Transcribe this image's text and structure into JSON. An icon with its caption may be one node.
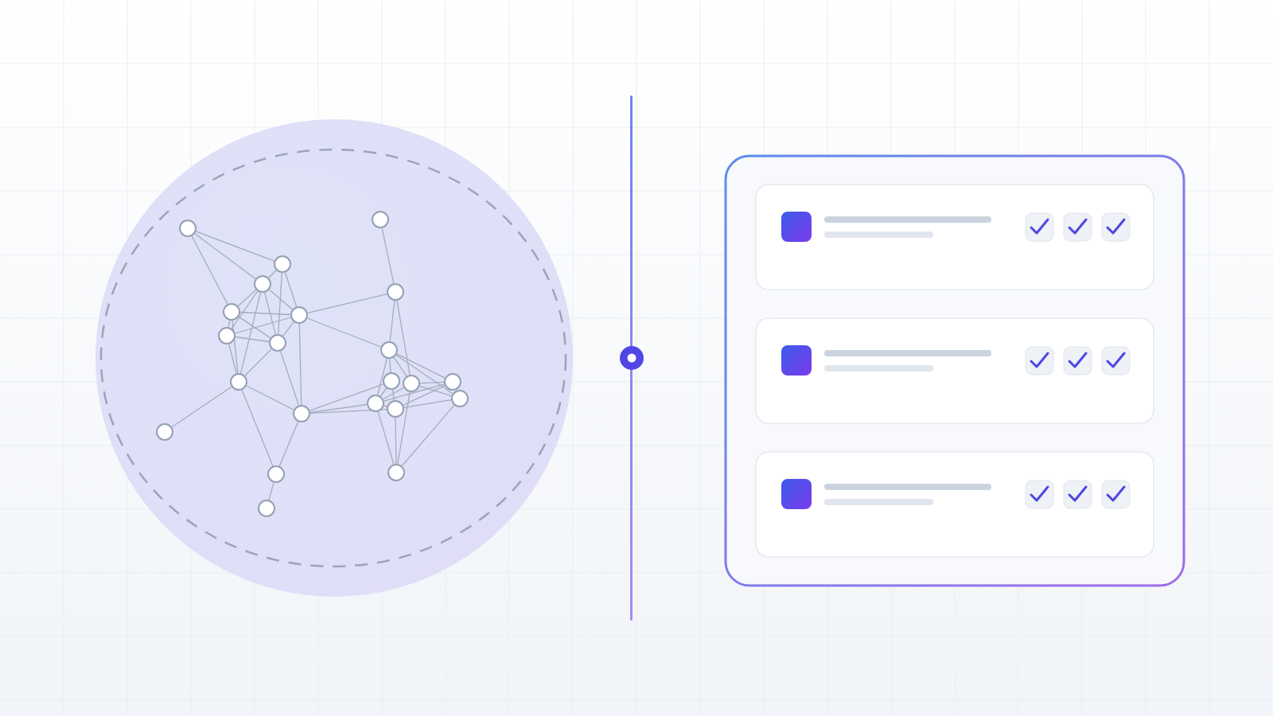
{
  "diagram": {
    "nodes": [
      {
        "text": [],
        "shape": "circle"
      },
      {
        "text": [],
        "shape": "circle",
        "in": 0
      },
      {
        "text": [],
        "shape": "circle",
        "in": 0
      },
      {
        "text": [],
        "shape": "circle",
        "in": 0
      },
      {
        "text": [],
        "shape": "circle",
        "in": 0
      },
      {
        "text": [],
        "shape": "circle",
        "in": 0
      },
      {
        "text": [],
        "shape": "circle",
        "in": 0
      },
      {
        "text": [],
        "shape": "circle",
        "in": 0
      },
      {
        "text": [],
        "shape": "circle",
        "in": 0
      },
      {
        "text": [],
        "shape": "circle",
        "in": 0
      },
      {
        "text": [],
        "shape": "circle",
        "in": 0
      },
      {
        "text": [],
        "shape": "circle",
        "in": 0
      },
      {
        "text": [],
        "shape": "circle",
        "in": 0
      },
      {
        "text": [],
        "shape": "circle",
        "in": 0
      },
      {
        "text": [],
        "shape": "circle",
        "in": 0
      },
      {
        "text": [],
        "shape": "circle",
        "in": 0
      },
      {
        "text": [],
        "shape": "circle",
        "in": 0
      },
      {
        "text": [],
        "shape": "circle",
        "in": 0
      },
      {
        "text": [],
        "shape": "circle",
        "in": 0
      },
      {
        "text": [],
        "shape": "circle",
        "in": 0
      },
      {
        "text": [],
        "shape": "circle",
        "in": 0
      },
      {
        "text": [],
        "shape": "circle",
        "in": 0
      },
      {
        "text": [],
        "shape": "circle",
        "in": 0
      }
    ],
    "edges": [
      {
        "from": 1,
        "to": 2,
        "arrow": "none"
      },
      {
        "from": 1,
        "to": 3,
        "arrow": "none"
      },
      {
        "from": 1,
        "to": 4,
        "arrow": "none"
      },
      {
        "from": 2,
        "to": 3,
        "arrow": "none"
      },
      {
        "from": 2,
        "to": 6,
        "arrow": "none"
      },
      {
        "from": 2,
        "to": 7,
        "arrow": "none"
      },
      {
        "from": 3,
        "to": 4,
        "arrow": "none"
      },
      {
        "from": 3,
        "to": 5,
        "arrow": "none"
      },
      {
        "from": 3,
        "to": 6,
        "arrow": "none"
      },
      {
        "from": 3,
        "to": 7,
        "arrow": "none"
      },
      {
        "from": 3,
        "to": 8,
        "arrow": "none"
      },
      {
        "from": 4,
        "to": 6,
        "arrow": "none"
      },
      {
        "from": 4,
        "to": 7,
        "arrow": "none"
      },
      {
        "from": 4,
        "to": 5,
        "arrow": "none"
      },
      {
        "from": 4,
        "to": 8,
        "arrow": "none"
      },
      {
        "from": 5,
        "to": 6,
        "arrow": "none"
      },
      {
        "from": 5,
        "to": 7,
        "arrow": "none"
      },
      {
        "from": 5,
        "to": 8,
        "arrow": "none"
      },
      {
        "from": 6,
        "to": 7,
        "arrow": "none"
      },
      {
        "from": 7,
        "to": 8,
        "arrow": "none"
      },
      {
        "from": 7,
        "to": 10,
        "arrow": "none"
      },
      {
        "from": 6,
        "to": 10,
        "arrow": "none"
      },
      {
        "from": 6,
        "to": 14,
        "arrow": "none"
      },
      {
        "from": 6,
        "to": 15,
        "arrow": "none"
      },
      {
        "from": 8,
        "to": 9,
        "arrow": "none"
      },
      {
        "from": 8,
        "to": 10,
        "arrow": "none"
      },
      {
        "from": 8,
        "to": 11,
        "arrow": "none"
      },
      {
        "from": 10,
        "to": 11,
        "arrow": "none"
      },
      {
        "from": 11,
        "to": 12,
        "arrow": "none"
      },
      {
        "from": 13,
        "to": 14,
        "arrow": "none"
      },
      {
        "from": 14,
        "to": 15,
        "arrow": "none"
      },
      {
        "from": 14,
        "to": 17,
        "arrow": "none"
      },
      {
        "from": 15,
        "to": 16,
        "arrow": "none"
      },
      {
        "from": 15,
        "to": 18,
        "arrow": "none"
      },
      {
        "from": 15,
        "to": 19,
        "arrow": "none"
      },
      {
        "from": 15,
        "to": 17,
        "arrow": "none"
      },
      {
        "from": 15,
        "to": 20,
        "arrow": "none"
      },
      {
        "from": 16,
        "to": 20,
        "arrow": "none"
      },
      {
        "from": 16,
        "to": 21,
        "arrow": "none"
      },
      {
        "from": 17,
        "to": 18,
        "arrow": "none"
      },
      {
        "from": 17,
        "to": 19,
        "arrow": "none"
      },
      {
        "from": 17,
        "to": 20,
        "arrow": "none"
      },
      {
        "from": 17,
        "to": 22,
        "arrow": "none"
      },
      {
        "from": 18,
        "to": 20,
        "arrow": "none"
      },
      {
        "from": 18,
        "to": 21,
        "arrow": "none"
      },
      {
        "from": 19,
        "to": 21,
        "arrow": "none"
      },
      {
        "from": 19,
        "to": 22,
        "arrow": "none"
      },
      {
        "from": 20,
        "to": 22,
        "arrow": "none"
      },
      {
        "from": 21,
        "to": 22,
        "arrow": "none"
      },
      {
        "from": 10,
        "to": 20,
        "arrow": "none"
      },
      {
        "from": 10,
        "to": 21,
        "arrow": "none"
      },
      {
        "from": 10,
        "to": 16,
        "arrow": "none"
      },
      {
        "from": 20,
        "to": 21,
        "arrow": "none"
      }
    ]
  }
}
